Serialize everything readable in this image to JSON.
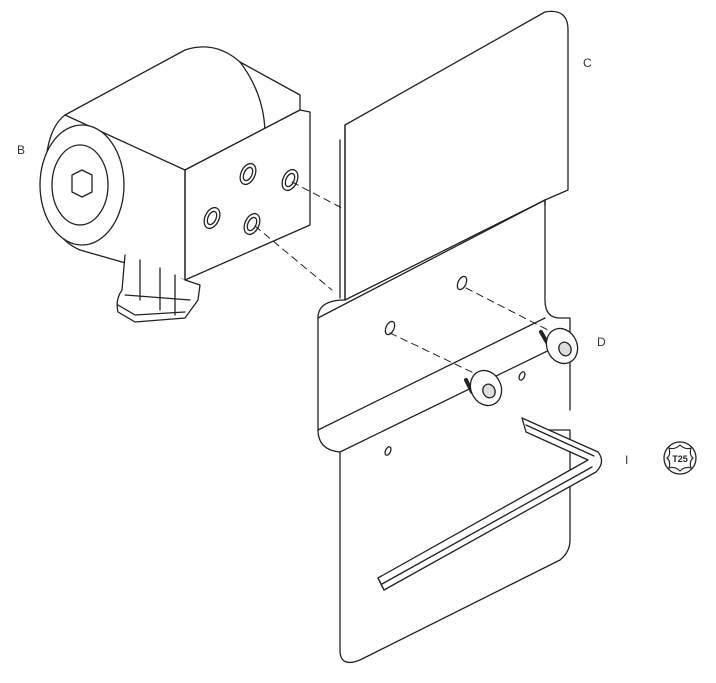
{
  "labels": {
    "b": "B",
    "c": "C",
    "d": "D",
    "i": "I"
  },
  "torx_badge": {
    "text": "T25",
    "icon": "torx-t25-icon"
  },
  "colors": {
    "line": "#222222",
    "fill": "#ffffff",
    "shade": "#dcdcdc",
    "dark_shade": "#bdbdbd"
  }
}
